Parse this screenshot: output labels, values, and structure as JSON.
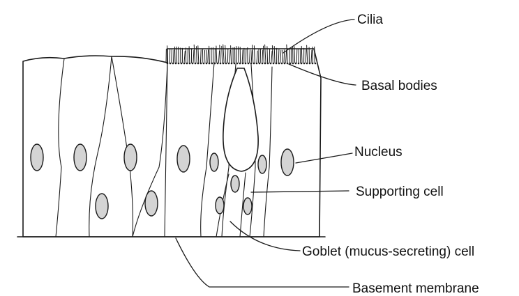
{
  "labels": {
    "cilia": "Cilia",
    "basal_bodies": "Basal bodies",
    "nucleus": "Nucleus",
    "supporting_cell": "Supporting cell",
    "goblet_cell": "Goblet (mucus-secreting) cell",
    "basement_membrane": "Basement membrane"
  }
}
